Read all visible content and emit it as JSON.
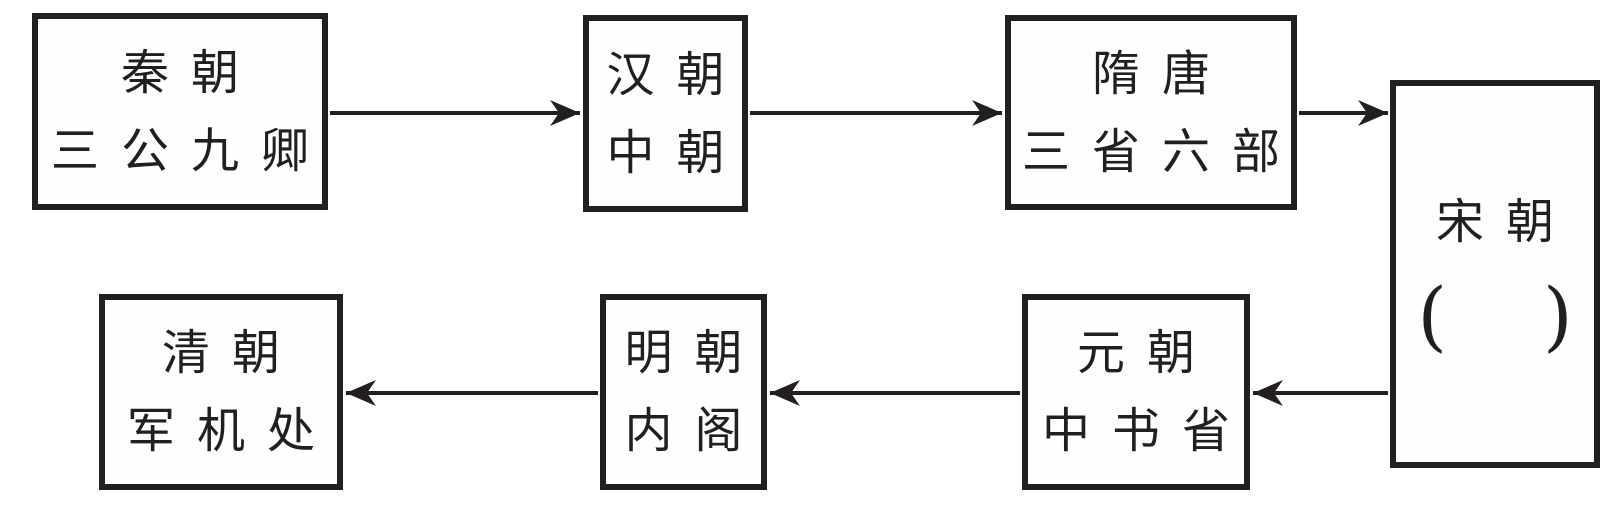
{
  "diagram": {
    "description": "Flowchart of Chinese dynastic central government institutions",
    "nodes": [
      {
        "id": "qin",
        "line1": "秦朝",
        "line2": "三公九卿"
      },
      {
        "id": "han",
        "line1": "汉朝",
        "line2": "中朝"
      },
      {
        "id": "suitang",
        "line1": "隋唐",
        "line2": "三省六部"
      },
      {
        "id": "song",
        "line1": "宋朝",
        "blank_open": "(",
        "blank_close": ")"
      },
      {
        "id": "yuan",
        "line1": "元朝",
        "line2": "中书省"
      },
      {
        "id": "ming",
        "line1": "明朝",
        "line2": "内阁"
      },
      {
        "id": "qing",
        "line1": "清朝",
        "line2": "军机处"
      }
    ],
    "edges": [
      {
        "from": "qin",
        "to": "han"
      },
      {
        "from": "han",
        "to": "suitang"
      },
      {
        "from": "suitang",
        "to": "song"
      },
      {
        "from": "song",
        "to": "yuan"
      },
      {
        "from": "yuan",
        "to": "ming"
      },
      {
        "from": "ming",
        "to": "qing"
      }
    ],
    "colors": {
      "line": "#231f20",
      "box_background": "#fefefe",
      "page_background": "#ffffff"
    }
  }
}
